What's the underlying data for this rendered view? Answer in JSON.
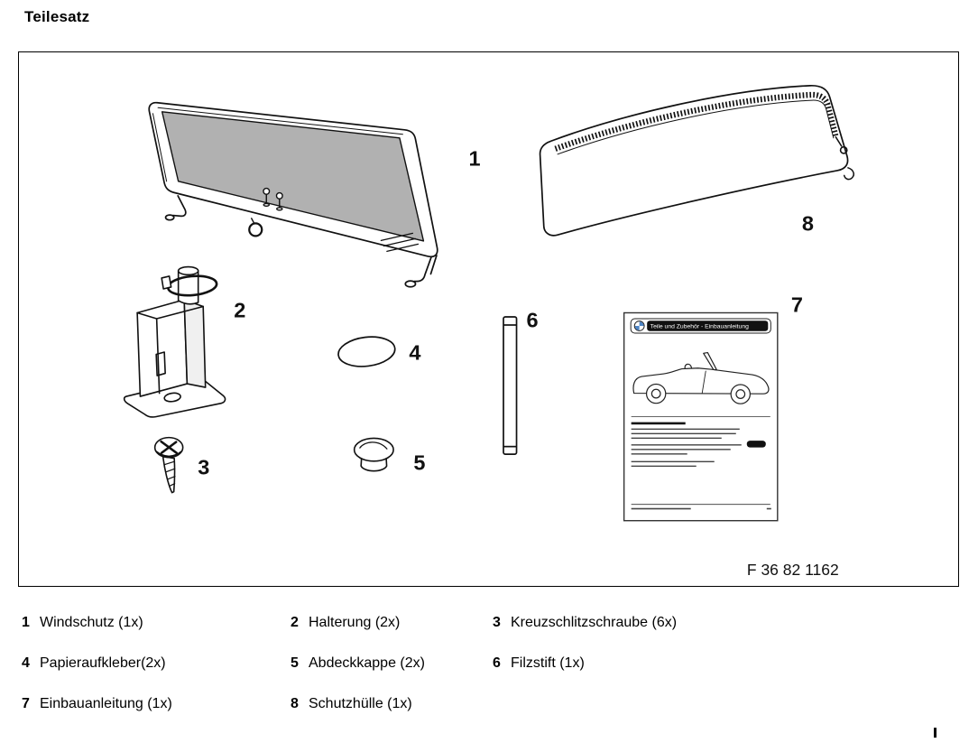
{
  "title": "Teilesatz",
  "diagram": {
    "part_number": "F 36 82 1162",
    "labels": [
      "1",
      "2",
      "3",
      "4",
      "5",
      "6",
      "7",
      "8"
    ],
    "manual": {
      "header": "Teile und Zubehör - Einbauanleitung"
    },
    "colors": {
      "mesh_gray": "#b1b1b1",
      "line": "#111111",
      "roundel_blue": "#4f86c6"
    }
  },
  "legend": [
    {
      "num": "1",
      "label": "Windschutz (1x)"
    },
    {
      "num": "2",
      "label": "Halterung (2x)"
    },
    {
      "num": "3",
      "label": "Kreuzschlitzschraube (6x)"
    },
    {
      "num": "4",
      "label": "Papieraufkleber(2x)"
    },
    {
      "num": "5",
      "label": "Abdeckkappe (2x)"
    },
    {
      "num": "6",
      "label": "Filzstift (1x)"
    },
    {
      "num": "7",
      "label": "Einbauanleitung (1x)"
    },
    {
      "num": "8",
      "label": "Schutzhülle (1x)"
    }
  ]
}
